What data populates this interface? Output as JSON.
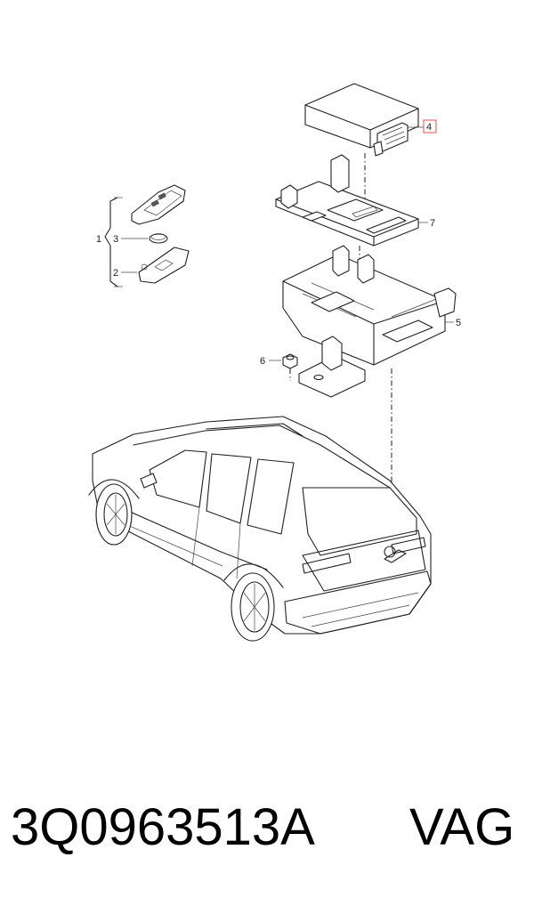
{
  "callouts": {
    "c1": "1",
    "c2": "2",
    "c3": "3",
    "c4": "4",
    "c5": "5",
    "c6": "6",
    "c7": "7"
  },
  "highlight_color": "#e05050",
  "caption": {
    "part_number": "3Q0963513A",
    "brand": "VAG"
  }
}
